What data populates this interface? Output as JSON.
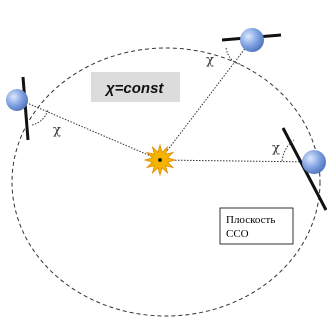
{
  "formula": {
    "text": "χ=const"
  },
  "angle_symbol": "χ",
  "legend": {
    "line1": "Плоскость",
    "line2": "ССО"
  },
  "colors": {
    "satellite_fill": "#6f93d8",
    "satellite_highlight": "#cfe0fb",
    "sun_fill": "#f4b400",
    "sun_stroke": "#e08a00",
    "formula_bg": "#dcdcdc",
    "orbit": "#333333"
  }
}
